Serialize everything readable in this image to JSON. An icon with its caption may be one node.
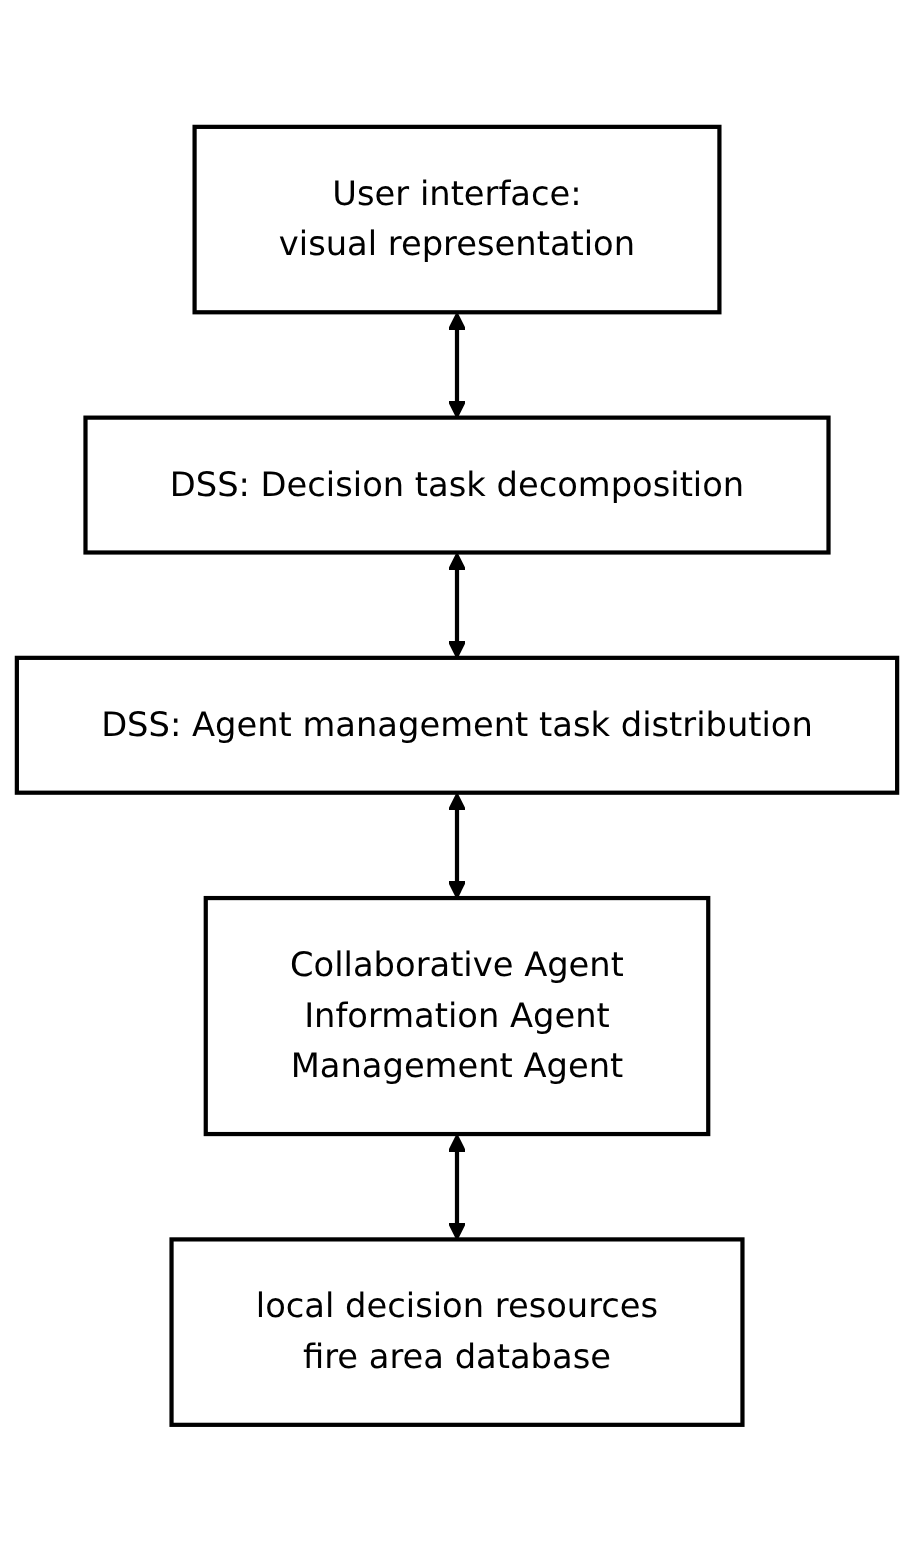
{
  "diagram": {
    "nodes": [
      {
        "text": [
          "User interface:",
          "visual representation"
        ]
      },
      {
        "text": [
          "DSS: Decision task decomposition"
        ]
      },
      {
        "text": [
          "DSS: Agent management task distribution"
        ]
      },
      {
        "text": [
          "Collaborative Agent",
          "Information Agent",
          "Management Agent"
        ]
      },
      {
        "text": [
          "local decision resources",
          "fire area database"
        ]
      }
    ],
    "edges": [
      {
        "from": 0,
        "to": 1,
        "arrow": "both"
      },
      {
        "from": 1,
        "to": 2,
        "arrow": "both"
      },
      {
        "from": 2,
        "to": 3,
        "arrow": "both"
      },
      {
        "from": 3,
        "to": 4,
        "arrow": "both"
      }
    ]
  }
}
